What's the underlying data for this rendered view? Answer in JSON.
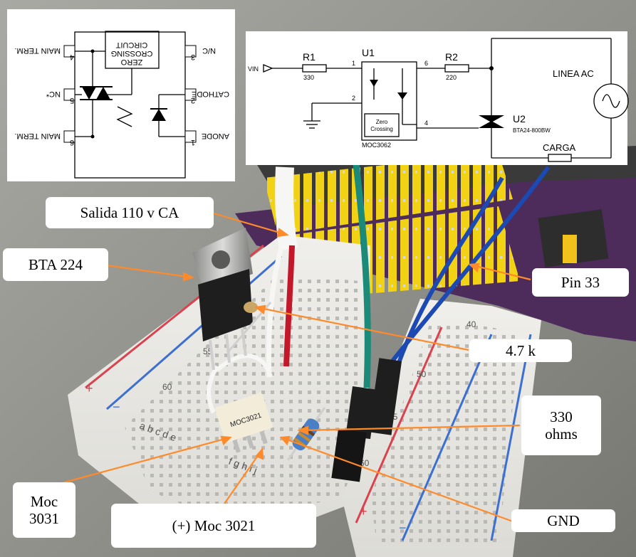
{
  "colors": {
    "callout_line": "#ff8a2a",
    "breadboard": "#ecebe6",
    "board_purple": "#4d2b5b",
    "header_yellow": "#f1d214",
    "wire_white": "#f6f6f4",
    "wire_red": "#c3182a",
    "wire_green": "#1b8a78",
    "wire_blue": "#1c49b2"
  },
  "callouts": {
    "salida": "Salida  110 v CA",
    "bta": "BTA 224",
    "pin": "Pin 33",
    "res47": "4.7 k",
    "res330_l1": "330",
    "res330_l2": "ohms",
    "moc3031_l1": "Moc",
    "moc3031_l2": "3031",
    "moc3021": "(+) Moc 3021",
    "gnd": "GND"
  },
  "pinout": {
    "ic_label_l1": "ZERO",
    "ic_label_l2": "CROSSING",
    "ic_label_l3": "CIRCUIT",
    "pins": {
      "p4_name": "MAIN TERM.",
      "p4_num": "4",
      "p5_name": "NC*",
      "p5_num": "5",
      "p6_name": "MAIN TERM.",
      "p6_num": "6",
      "p3_name": "N/C",
      "p3_num": "3",
      "p2_name": "CATHODE",
      "p2_num": "2",
      "p1_name": "ANODE",
      "p1_num": "1"
    }
  },
  "schematic": {
    "vin": "VIN",
    "r1": "R1",
    "r1_val": "330",
    "u1": "U1",
    "pin1": "1",
    "pin2": "2",
    "pin4": "4",
    "pin6": "6",
    "zc_l1": "Zero",
    "zc_l2": "Crossing",
    "moc": "MOC3062",
    "r2": "R2",
    "r2_val": "220",
    "linea": "LINEA AC",
    "u2": "U2",
    "bta": "BTA24-800BW",
    "carga": "CARGA"
  },
  "breadboard_marks": {
    "plus1": "+",
    "minus1": "−",
    "n55a": "55",
    "n60a": "60",
    "letters": "a b c d e",
    "letters2": "f g h i j",
    "n40": "40",
    "n50": "50",
    "n55b": "55",
    "n60b": "60",
    "plus2": "+",
    "minus2": "−"
  },
  "chip_text": "MOC3021"
}
